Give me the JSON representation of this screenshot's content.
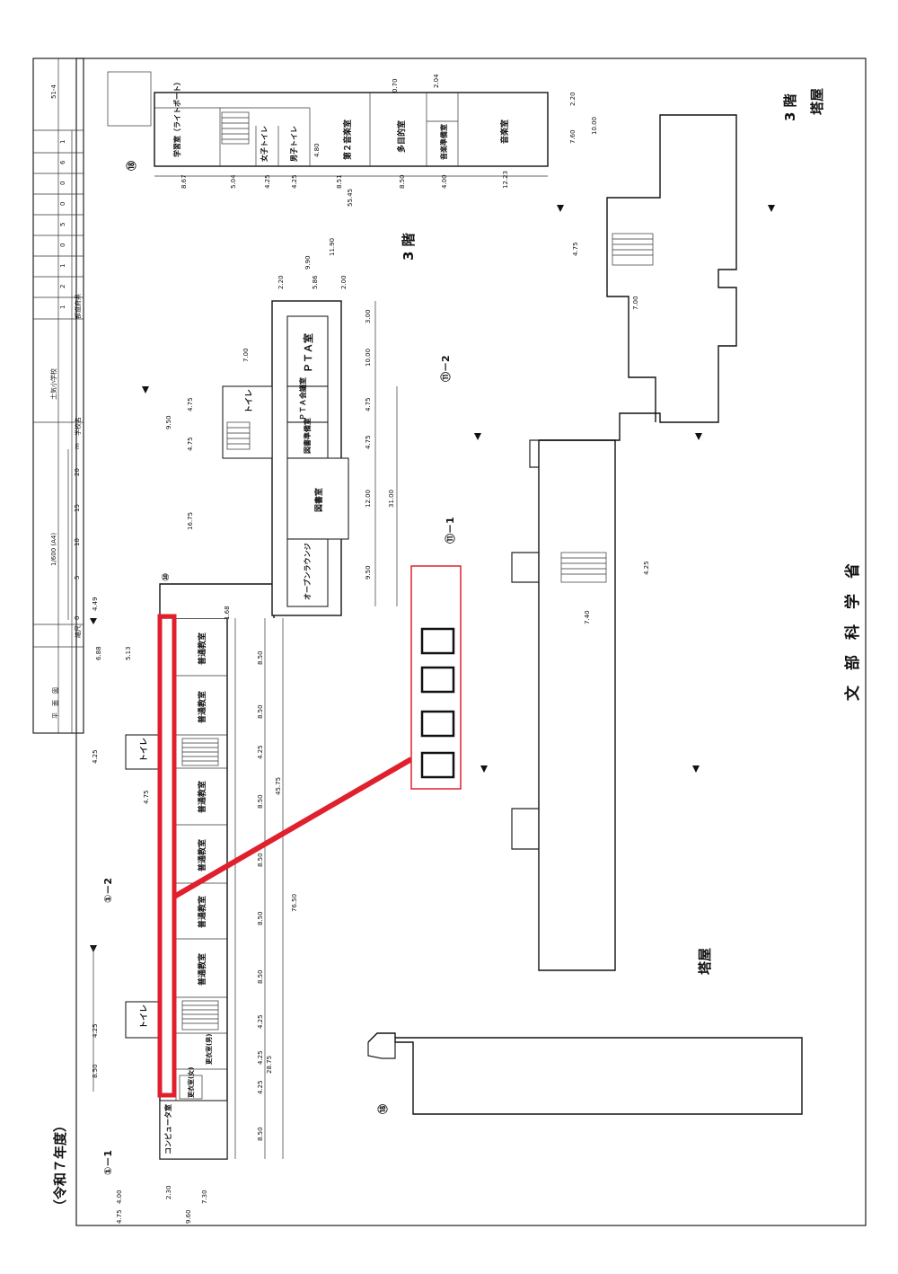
{
  "page": {
    "fiscal_year": "（令和７年度）",
    "ministry": "文　部　科　学　省",
    "floor_3f": "3 階",
    "floor_roof": "塔屋",
    "floor_3f_upper": "3 階",
    "floor_roof_upper": "塔屋",
    "roof_lower": "塔屋"
  },
  "title_block": {
    "drawing_type": "平　面　図",
    "scale_label": "縮尺",
    "scale": "1/600 (A4)",
    "scale_ticks": [
      "0",
      "5",
      "10",
      "15",
      "20",
      "m"
    ],
    "school_name_label": "学校名",
    "school_name": "土気小学校",
    "id_label": "都道府県",
    "id_digits": [
      "1",
      "2",
      "1",
      "0",
      "5",
      "0",
      "0",
      "6",
      "1"
    ],
    "sheet_number": "51-4"
  },
  "building_ids": {
    "b1_1": "①－1",
    "b1_2": "①－2",
    "b11_1": "⑪－1",
    "b11_2": "⑪－2",
    "b10": "⑩",
    "b18": "⑱",
    "b18_top": "⑱"
  },
  "rooms": {
    "classroom": "普通教室",
    "toilet": "トイレ",
    "changing_m": "更衣室(男)",
    "changing_f": "更衣室(女)",
    "computer": "コンピュータ室",
    "open_lounge": "オープンラウンジ",
    "library": "図書室",
    "library_prep": "図書準備室",
    "pta_meeting": "ＰＴＡ会議室",
    "pta": "ＰＴＡ室",
    "study_room": "学習室（ライトポート）",
    "girls_toilet": "女子トイレ",
    "boys_toilet": "男子トイレ",
    "music2": "第２音楽室",
    "multipurpose": "多目的室",
    "music_prep": "音楽準備室",
    "music": "音楽室"
  },
  "dimensions": {
    "d_850": "8.50",
    "d_425": "4.25",
    "d_2875": "28.75",
    "d_4575": "45.75",
    "d_7650": "76.50",
    "d_475": "4.75",
    "d_400": "4.00",
    "d_230": "2.30",
    "d_730": "7.30",
    "d_960": "9.60",
    "d_950": "9.50",
    "d_1675": "16.75",
    "d_1200": "12.00",
    "d_3100": "31.00",
    "d_1000": "10.00",
    "d_300": "3.00",
    "d_700": "7.00",
    "d_1190": "11.90",
    "d_990": "9.90",
    "d_586": "5.86",
    "d_220": "2.20",
    "d_200": "2.00",
    "d_449": "4.49",
    "d_688": "6.88",
    "d_513": "5.13",
    "d_168": "1.68",
    "d_867": "8.67",
    "d_504": "5.04",
    "d_851": "8.51",
    "d_480": "4.80",
    "d_1223": "12.23",
    "d_5545": "55.45",
    "d_760": "7.60",
    "d_740": "7.40",
    "d_204": "2.04",
    "d_070": "0.70"
  },
  "highlight": {
    "color": "#e0202c"
  }
}
